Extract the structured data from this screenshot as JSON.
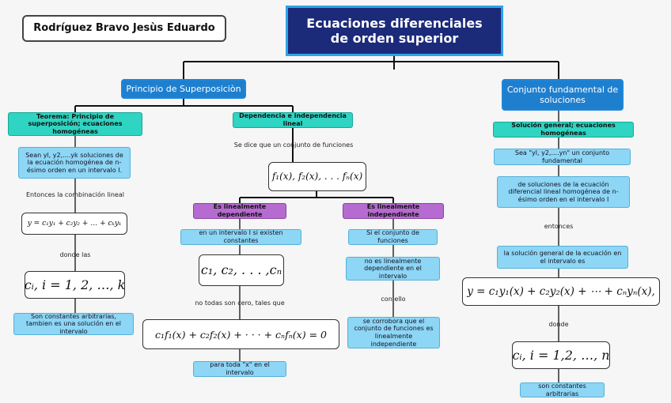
{
  "title": "Ecuaciones diferenciales de orden superior",
  "author": "Rodríguez Bravo Jesùs Eduardo",
  "left": {
    "header": "Principio de Superposiciòn",
    "theorem": "Teorema: Principio de superposición; ecuaciones homogéneas",
    "sean": "Sean yl, y2,....yk soluciones de la ecuación homogénea de n-ésimo orden en un intervalo I.",
    "entonces": "Entonces la combinación lineal",
    "formula": "y = c₁y₁ + c₂y₂ + … + cₖyₖ",
    "donde": "donde las",
    "ci": "cᵢ, i = 1, 2, …, k",
    "constantes": "Son constantes arbitrarias, tambien es una solución en el intervalo"
  },
  "middle": {
    "header": "Dependencia e independencia lineal",
    "dice": "Se dice que un conjunto de funciones",
    "funcs": "f₁(x), f₂(x),  . . .  fₙ(x)",
    "dep": {
      "header": "Es linealmente dependiente",
      "intervalo": "en un intervalo I si existen constantes",
      "consts": "c₁, c₂,  . . . ,cₙ",
      "nocero": "no todas son cero, tales que",
      "eq": "c₁f₁(x) + c₂f₂(x) + · · · + cₙfₙ(x) = 0",
      "todax": "para toda \"x\" en el intervalo"
    },
    "indep": {
      "header": "Es linealmente independiente",
      "si": "Si el conjunto de funciones",
      "noes": "no es linealmente dependiente en el intervalo",
      "conello": "con ello",
      "corrobora": "se corrobora que el conjunto de funciones es linealmente independiente"
    }
  },
  "right": {
    "header": "Conjunto fundamental de soluciones",
    "solgen": "Solución general; ecuaciones homogéneas",
    "sea": "Sea \"yl, y2,....yn\" un conjunto fundamental",
    "desol": "de soluciones de la ecuación diferencial lineal homogénea de n-ésimo orden en el intervalo I",
    "entonces": "entonces",
    "lasol": "la solución general de la ecuación en el intervalo es",
    "formula": "y = c₁y₁(x) + c₂y₂(x) + ⋯ + cₙyₙ(x),",
    "donde": "donde",
    "ci": "cᵢ, i = 1,2, …, n",
    "constantes": "son constantes arbitrarias"
  }
}
